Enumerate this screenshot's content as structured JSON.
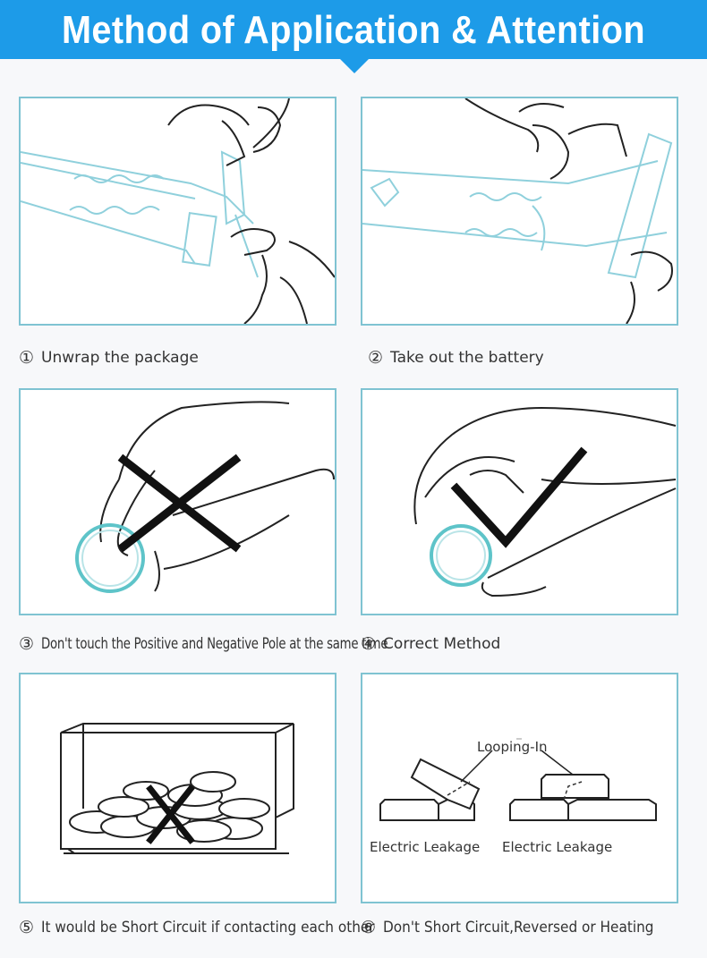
{
  "header": {
    "title": "Method of Application & Attention"
  },
  "steps": [
    {
      "number": "①",
      "text": "Unwrap the package",
      "icon": "hands-unwrapping-package-icon"
    },
    {
      "number": "②",
      "text": "Take out the battery",
      "icon": "hands-taking-out-battery-icon"
    },
    {
      "number": "③",
      "text": "Don't touch the Positive and Negative Pole at the same time",
      "icon": "wrong-grip-battery-icon"
    },
    {
      "number": "④",
      "text": "Correct Method",
      "icon": "correct-grip-battery-icon"
    },
    {
      "number": "⑤",
      "text": "It would be Short Circuit if contacting each other",
      "icon": "batteries-piled-in-box-icon"
    },
    {
      "number": "⑥",
      "text": "Don't Short Circuit,Reversed or Heating",
      "icon": "battery-stacking-diagram-icon"
    }
  ],
  "diagram6": {
    "looping_label": "Looping-In",
    "leakage_left": "Electric Leakage",
    "leakage_right": "Electric Leakage"
  },
  "colors": {
    "banner": "#1d9be8",
    "panel_border": "#7fc3d2",
    "battery_accent": "#5ec4c9"
  }
}
